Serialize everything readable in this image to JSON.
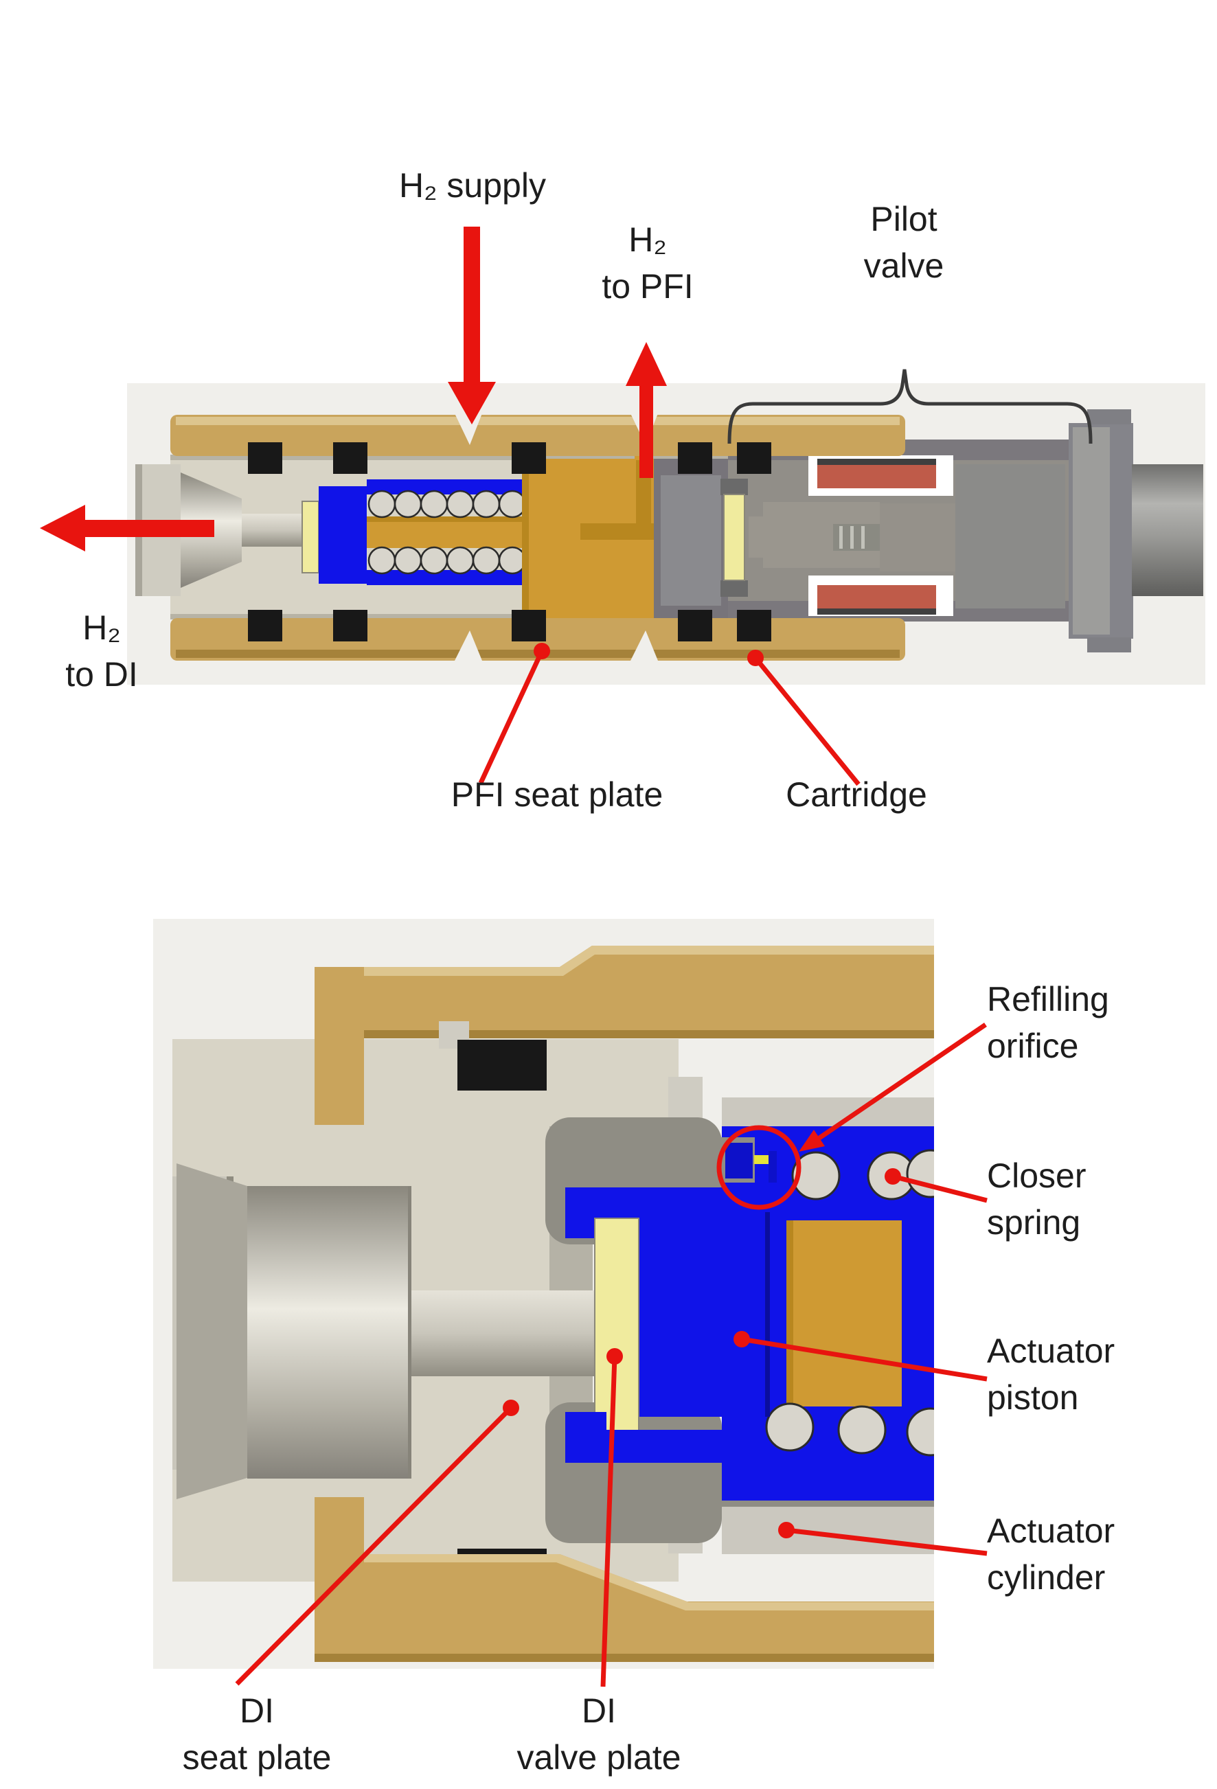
{
  "palette": {
    "background": "#ffffff",
    "figure_background": "#f0efeb",
    "body_tan": "#c9a45c",
    "tan_highlight": "#ddc58e",
    "tan_shadow": "#a5823a",
    "body_cream": "#d8d4c6",
    "metal_gray": "#c9c6bb",
    "metal_dark": "#a8a59a",
    "seal_black": "#181818",
    "actuator_blue": "#1013e8",
    "blue_dark": "#0a0d9e",
    "plate_yellow": "#f0eb9e",
    "seat_amber": "#cf9a33",
    "amber_dark": "#b8871f",
    "pilot_gray": "#918e88",
    "pilot_dark": "#77747a",
    "coil_red": "#bf5b49",
    "coil_white": "#ffffff",
    "annotation_red": "#e8140f",
    "brace_dark": "#3a3a3a",
    "text_color": "#1d1d1d"
  },
  "figure_top": {
    "labels": {
      "h2_supply": "H₂ supply",
      "h2_to_pfi": "H₂\nto PFI",
      "pilot_valve": "Pilot\nvalve",
      "h2_to_di": "H₂\nto DI",
      "pfi_seat_plate": "PFI seat plate",
      "cartridge": "Cartridge"
    }
  },
  "figure_bottom": {
    "labels": {
      "refilling_orifice": "Refilling\norifice",
      "closer_spring": "Closer\nspring",
      "actuator_piston": "Actuator\npiston",
      "actuator_cylinder": "Actuator\ncylinder",
      "di_seat_plate": "DI\nseat plate",
      "di_valve_plate": "DI\nvalve plate"
    }
  }
}
